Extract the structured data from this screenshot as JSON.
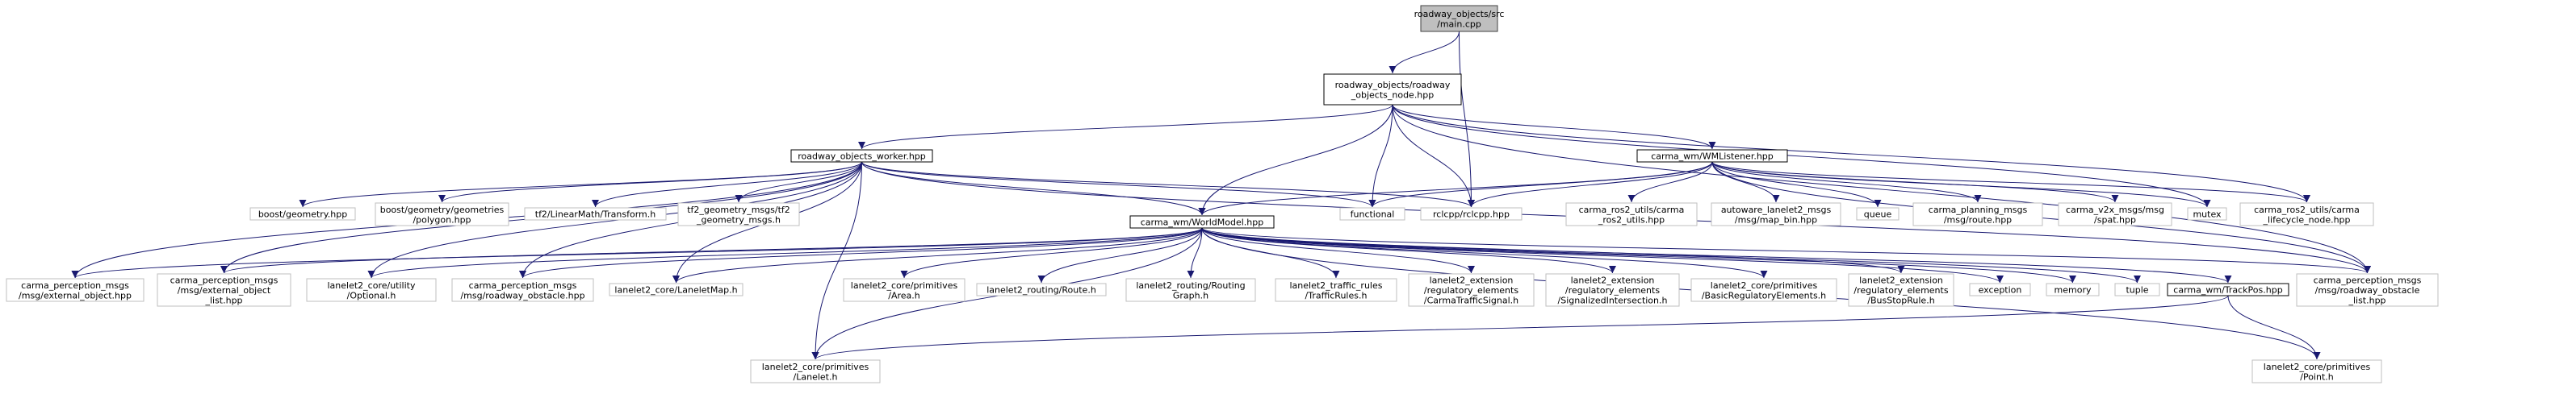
{
  "colors": {
    "edge": "#191970",
    "node_fill": "#ffffff",
    "node_border_outside": "#bfbfbf",
    "node_border_documented": "#000000",
    "root_fill": "#bfbfbf",
    "root_border": "#404040"
  },
  "diagram": {
    "nodes": [
      {
        "id": "main",
        "lines": [
          "roadway_objects/src",
          "/main.cpp"
        ],
        "kind": "root"
      },
      {
        "id": "node_hpp",
        "lines": [
          "roadway_objects/roadway",
          "_objects_node.hpp"
        ],
        "kind": "documented"
      },
      {
        "id": "worker",
        "lines": [
          "roadway_objects_worker.hpp"
        ],
        "kind": "documented"
      },
      {
        "id": "wmlistener",
        "lines": [
          "carma_wm/WMListener.hpp"
        ],
        "kind": "documented"
      },
      {
        "id": "worldmodel",
        "lines": [
          "carma_wm/WorldModel.hpp"
        ],
        "kind": "documented"
      },
      {
        "id": "boost_geo",
        "lines": [
          "boost/geometry.hpp"
        ],
        "kind": "outside"
      },
      {
        "id": "boost_poly",
        "lines": [
          "boost/geometry/geometries",
          "/polygon.hpp"
        ],
        "kind": "outside"
      },
      {
        "id": "tf2_lm",
        "lines": [
          "tf2/LinearMath/Transform.h"
        ],
        "kind": "outside"
      },
      {
        "id": "tf2_gm",
        "lines": [
          "tf2_geometry_msgs/tf2",
          "_geometry_msgs.h"
        ],
        "kind": "outside"
      },
      {
        "id": "functional",
        "lines": [
          "functional"
        ],
        "kind": "outside"
      },
      {
        "id": "rclcpp",
        "lines": [
          "rclcpp/rclcpp.hpp"
        ],
        "kind": "outside"
      },
      {
        "id": "carma_ros2_utils",
        "lines": [
          "carma_ros2_utils/carma",
          "_ros2_utils.hpp"
        ],
        "kind": "outside"
      },
      {
        "id": "autoware_bin",
        "lines": [
          "autoware_lanelet2_msgs",
          "/msg/map_bin.hpp"
        ],
        "kind": "outside"
      },
      {
        "id": "queue",
        "lines": [
          "queue"
        ],
        "kind": "outside"
      },
      {
        "id": "planning_route",
        "lines": [
          "carma_planning_msgs",
          "/msg/route.hpp"
        ],
        "kind": "outside"
      },
      {
        "id": "v2x_spat",
        "lines": [
          "carma_v2x_msgs/msg",
          "/spat.hpp"
        ],
        "kind": "outside"
      },
      {
        "id": "mutex",
        "lines": [
          "mutex"
        ],
        "kind": "outside"
      },
      {
        "id": "lifecycle",
        "lines": [
          "carma_ros2_utils/carma",
          "_lifecycle_node.hpp"
        ],
        "kind": "outside"
      },
      {
        "id": "ext_obj",
        "lines": [
          "carma_perception_msgs",
          "/msg/external_object.hpp"
        ],
        "kind": "outside"
      },
      {
        "id": "ext_obj_list",
        "lines": [
          "carma_perception_msgs",
          "/msg/external_object",
          "_list.hpp"
        ],
        "kind": "outside"
      },
      {
        "id": "optional",
        "lines": [
          "lanelet2_core/utility",
          "/Optional.h"
        ],
        "kind": "outside"
      },
      {
        "id": "rw_obstacle",
        "lines": [
          "carma_perception_msgs",
          "/msg/roadway_obstacle.hpp"
        ],
        "kind": "outside"
      },
      {
        "id": "laneletmap",
        "lines": [
          "lanelet2_core/LaneletMap.h"
        ],
        "kind": "outside"
      },
      {
        "id": "area",
        "lines": [
          "lanelet2_core/primitives",
          "/Area.h"
        ],
        "kind": "outside"
      },
      {
        "id": "route_h",
        "lines": [
          "lanelet2_routing/Route.h"
        ],
        "kind": "outside"
      },
      {
        "id": "routing_graph",
        "lines": [
          "lanelet2_routing/Routing",
          "Graph.h"
        ],
        "kind": "outside"
      },
      {
        "id": "traffic_rules",
        "lines": [
          "lanelet2_traffic_rules",
          "/TrafficRules.h"
        ],
        "kind": "outside"
      },
      {
        "id": "carma_signal",
        "lines": [
          "lanelet2_extension",
          "/regulatory_elements",
          "/CarmaTrafficSignal.h"
        ],
        "kind": "outside"
      },
      {
        "id": "signalized",
        "lines": [
          "lanelet2_extension",
          "/regulatory_elements",
          "/SignalizedIntersection.h"
        ],
        "kind": "outside"
      },
      {
        "id": "basic_reg",
        "lines": [
          "lanelet2_core/primitives",
          "/BasicRegulatoryElements.h"
        ],
        "kind": "outside"
      },
      {
        "id": "busstop",
        "lines": [
          "lanelet2_extension",
          "/regulatory_elements",
          "/BusStopRule.h"
        ],
        "kind": "outside"
      },
      {
        "id": "exception",
        "lines": [
          "exception"
        ],
        "kind": "outside"
      },
      {
        "id": "memory",
        "lines": [
          "memory"
        ],
        "kind": "outside"
      },
      {
        "id": "tuple",
        "lines": [
          "tuple"
        ],
        "kind": "outside"
      },
      {
        "id": "trackpos",
        "lines": [
          "carma_wm/TrackPos.hpp"
        ],
        "kind": "documented"
      },
      {
        "id": "rw_obstacle_list",
        "lines": [
          "carma_perception_msgs",
          "/msg/roadway_obstacle",
          "_list.hpp"
        ],
        "kind": "outside"
      },
      {
        "id": "lanelet_h",
        "lines": [
          "lanelet2_core/primitives",
          "/Lanelet.h"
        ],
        "kind": "outside"
      },
      {
        "id": "point_h",
        "lines": [
          "lanelet2_core/primitives",
          "/Point.h"
        ],
        "kind": "outside"
      }
    ],
    "edges": [
      [
        "main",
        "node_hpp"
      ],
      [
        "main",
        "rclcpp"
      ],
      [
        "node_hpp",
        "worker"
      ],
      [
        "node_hpp",
        "wmlistener"
      ],
      [
        "node_hpp",
        "worldmodel"
      ],
      [
        "node_hpp",
        "functional"
      ],
      [
        "node_hpp",
        "rclcpp"
      ],
      [
        "node_hpp",
        "mutex"
      ],
      [
        "node_hpp",
        "lifecycle"
      ],
      [
        "node_hpp",
        "rw_obstacle_list"
      ],
      [
        "worker",
        "boost_geo"
      ],
      [
        "worker",
        "boost_poly"
      ],
      [
        "worker",
        "tf2_lm"
      ],
      [
        "worker",
        "tf2_gm"
      ],
      [
        "worker",
        "worldmodel"
      ],
      [
        "worker",
        "functional"
      ],
      [
        "worker",
        "rclcpp"
      ],
      [
        "worker",
        "ext_obj"
      ],
      [
        "worker",
        "ext_obj_list"
      ],
      [
        "worker",
        "optional"
      ],
      [
        "worker",
        "rw_obstacle"
      ],
      [
        "worker",
        "laneletmap"
      ],
      [
        "worker",
        "lanelet_h"
      ],
      [
        "worker",
        "rw_obstacle_list"
      ],
      [
        "wmlistener",
        "worldmodel"
      ],
      [
        "wmlistener",
        "functional"
      ],
      [
        "wmlistener",
        "rclcpp"
      ],
      [
        "wmlistener",
        "carma_ros2_utils"
      ],
      [
        "wmlistener",
        "autoware_bin"
      ],
      [
        "wmlistener",
        "queue"
      ],
      [
        "wmlistener",
        "planning_route"
      ],
      [
        "wmlistener",
        "v2x_spat"
      ],
      [
        "wmlistener",
        "mutex"
      ],
      [
        "wmlistener",
        "lifecycle"
      ],
      [
        "wmlistener",
        "rw_obstacle_list"
      ],
      [
        "worldmodel",
        "ext_obj"
      ],
      [
        "worldmodel",
        "ext_obj_list"
      ],
      [
        "worldmodel",
        "optional"
      ],
      [
        "worldmodel",
        "rw_obstacle"
      ],
      [
        "worldmodel",
        "laneletmap"
      ],
      [
        "worldmodel",
        "area"
      ],
      [
        "worldmodel",
        "route_h"
      ],
      [
        "worldmodel",
        "routing_graph"
      ],
      [
        "worldmodel",
        "traffic_rules"
      ],
      [
        "worldmodel",
        "carma_signal"
      ],
      [
        "worldmodel",
        "signalized"
      ],
      [
        "worldmodel",
        "basic_reg"
      ],
      [
        "worldmodel",
        "busstop"
      ],
      [
        "worldmodel",
        "exception"
      ],
      [
        "worldmodel",
        "memory"
      ],
      [
        "worldmodel",
        "tuple"
      ],
      [
        "worldmodel",
        "trackpos"
      ],
      [
        "worldmodel",
        "rw_obstacle_list"
      ],
      [
        "worldmodel",
        "lanelet_h"
      ],
      [
        "worldmodel",
        "point_h"
      ],
      [
        "trackpos",
        "lanelet_h"
      ],
      [
        "trackpos",
        "point_h"
      ]
    ]
  }
}
